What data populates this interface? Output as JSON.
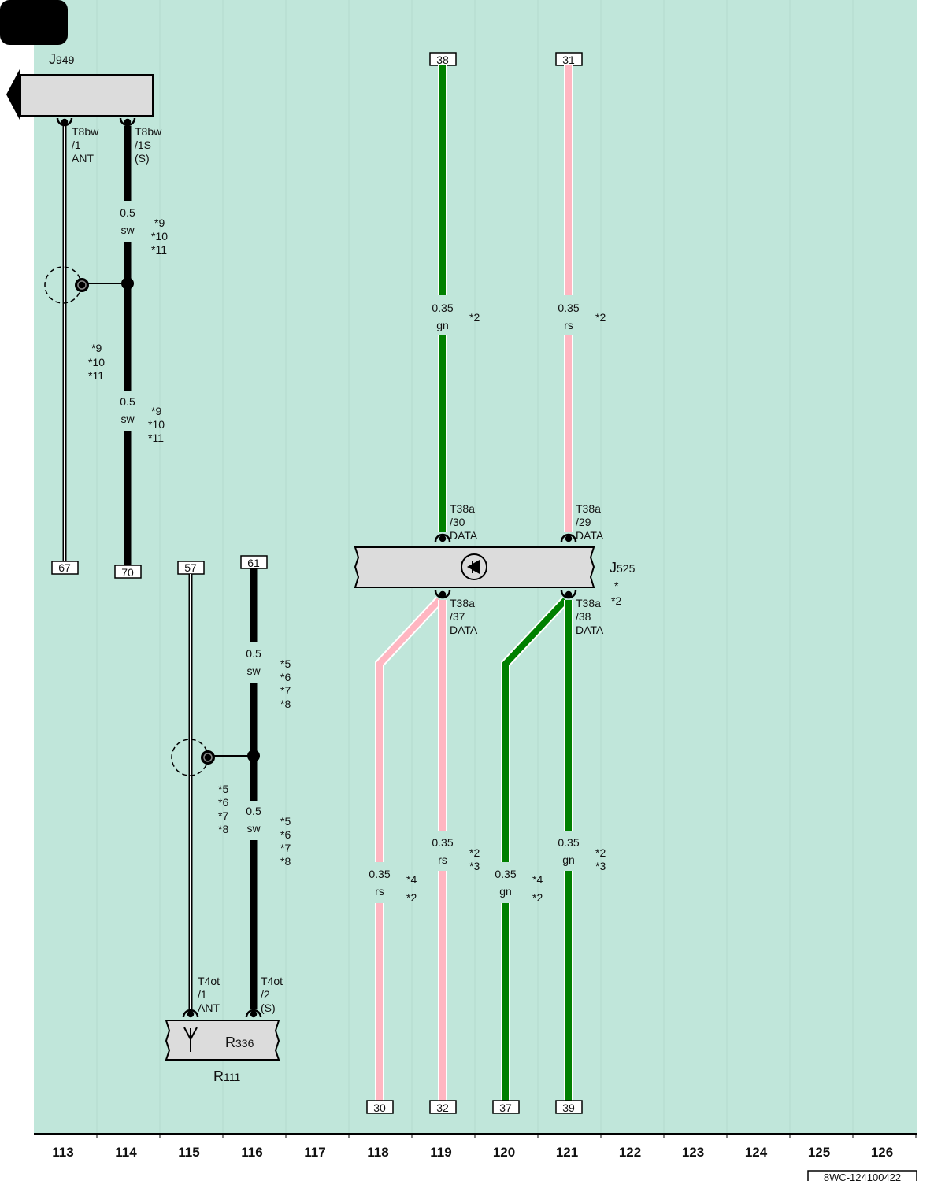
{
  "colors": {
    "background": "#c0e6da",
    "wire_green": "#008000",
    "wire_pink": "#ffb6c1",
    "wire_black": "#000000",
    "component_fill": "#dcdcdc"
  },
  "badge": {
    "text": ""
  },
  "drawing_number": "8WC-124100422",
  "grid_numbers": [
    "113",
    "114",
    "115",
    "116",
    "117",
    "118",
    "119",
    "120",
    "121",
    "122",
    "123",
    "124",
    "125",
    "126"
  ],
  "components": {
    "j949": {
      "name": "J",
      "sub": "949"
    },
    "j525": {
      "name": "J",
      "sub": "525",
      "note1": "*",
      "note2": "*2"
    },
    "r336": {
      "name": "R",
      "sub": "336"
    },
    "r111": {
      "name": "R",
      "sub": "111"
    }
  },
  "pins": {
    "j949_1": [
      "T8bw",
      "/1",
      "ANT"
    ],
    "j949_1s": [
      "T8bw",
      "/1S",
      "(S)"
    ],
    "j525_30": [
      "T38a",
      "/30",
      "DATA"
    ],
    "j525_29": [
      "T38a",
      "/29",
      "DATA"
    ],
    "j525_37": [
      "T38a",
      "/37",
      "DATA"
    ],
    "j525_38": [
      "T38a",
      "/38",
      "DATA"
    ],
    "r336_1": [
      "T4ot",
      "/1",
      "ANT"
    ],
    "r336_2": [
      "T4ot",
      "/2",
      "(S)"
    ]
  },
  "terminals": {
    "t38": "38",
    "t31": "31",
    "t67": "67",
    "t70": "70",
    "t57": "57",
    "t61": "61",
    "t30": "30",
    "t32": "32",
    "t37": "37",
    "t39": "39"
  },
  "wires": {
    "w114_upper": {
      "size": "0.5",
      "color": "sw",
      "notes": [
        "*9",
        "*10",
        "*11"
      ]
    },
    "w114_lower": {
      "size": "0.5",
      "color": "sw",
      "notes": [
        "*9",
        "*10",
        "*11"
      ]
    },
    "w113": {
      "notes": [
        "*9",
        "*10",
        "*11"
      ]
    },
    "w119_upper": {
      "size": "0.35",
      "color": "gn",
      "notes": [
        "*2"
      ]
    },
    "w121_upper": {
      "size": "0.35",
      "color": "rs",
      "notes": [
        "*2"
      ]
    },
    "w116_upper": {
      "size": "0.5",
      "color": "sw",
      "notes": [
        "*5",
        "*6",
        "*7",
        "*8"
      ]
    },
    "w116_lower": {
      "size": "0.5",
      "color": "sw",
      "notes": [
        "*5",
        "*6",
        "*7",
        "*8"
      ]
    },
    "w115": {
      "notes": [
        "*5",
        "*6",
        "*7",
        "*8"
      ]
    },
    "w118": {
      "size": "0.35",
      "color": "rs",
      "notes": [
        "*4",
        "*2"
      ]
    },
    "w119_lower": {
      "size": "0.35",
      "color": "rs",
      "notes": [
        "*2",
        "*3"
      ]
    },
    "w120": {
      "size": "0.35",
      "color": "gn",
      "notes": [
        "*4",
        "*2"
      ]
    },
    "w121_lower": {
      "size": "0.35",
      "color": "gn",
      "notes": [
        "*2",
        "*3"
      ]
    }
  }
}
